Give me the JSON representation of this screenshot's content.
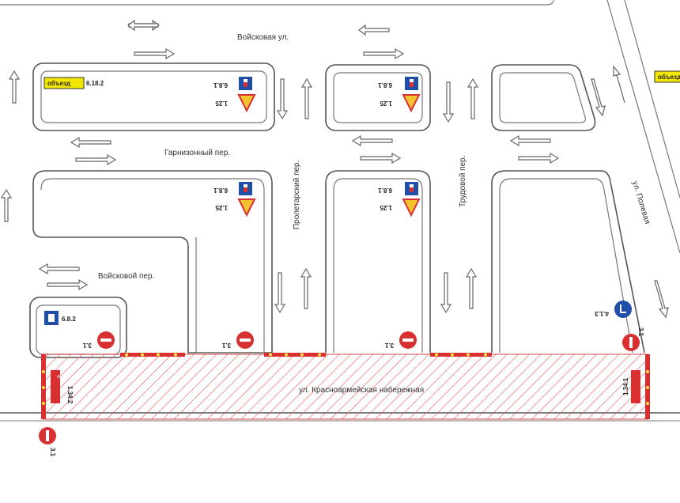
{
  "streets": {
    "voiskovaya": "Войсковая ул.",
    "garnizonny": "Гарнизонный пер.",
    "proletarsky": "Пролетарский пер.",
    "trudovoy": "Трудовой пер.",
    "polevaya": "ул. Полевая",
    "voiskovoy": "Войсковой пер.",
    "krasnoarmeyskaya": "ул. Красноармейская набережная"
  },
  "signs": {
    "detour_text": "объезд",
    "detour_code": "6.18.2",
    "dead_end_code": "6.8.1",
    "road_works_code": "1.25",
    "dead_end2_code": "6.8.2",
    "no_entry_code": "3.1",
    "round_code": "4.1.3",
    "chevron_left_code": "1.34.2",
    "chevron_right_code": "1.34.1"
  },
  "colors": {
    "closure": "#e03030",
    "sign_blue": "#1f4fa8",
    "detour_yellow": "#f3e600"
  }
}
